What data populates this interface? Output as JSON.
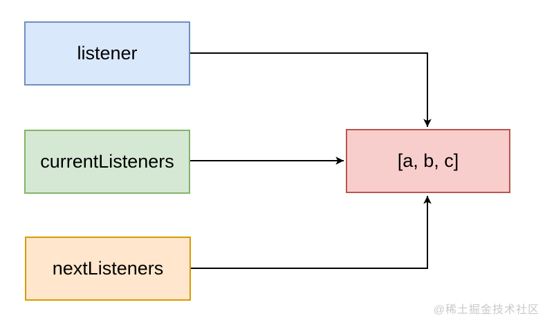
{
  "diagram": {
    "boxes": [
      {
        "id": "listener",
        "label": "listener",
        "fill": "#dae8fc",
        "stroke": "#6c8ebf"
      },
      {
        "id": "currentListeners",
        "label": "currentListeners",
        "fill": "#d5e8d4",
        "stroke": "#82b366"
      },
      {
        "id": "nextListeners",
        "label": "nextListeners",
        "fill": "#ffe6cc",
        "stroke": "#d79b00"
      },
      {
        "id": "result",
        "label": "[a, b, c]",
        "fill": "#f8cecc",
        "stroke": "#b85450"
      }
    ],
    "edges": [
      {
        "from": "listener",
        "to": "result",
        "route": "right-then-down-into-top"
      },
      {
        "from": "currentListeners",
        "to": "result",
        "route": "straight-right-into-left"
      },
      {
        "from": "nextListeners",
        "to": "result",
        "route": "right-then-up-into-bottom"
      }
    ],
    "edge_color": "#000000"
  },
  "watermark": {
    "text": "@稀土掘金技术社区",
    "color": "#c9c9c9"
  }
}
